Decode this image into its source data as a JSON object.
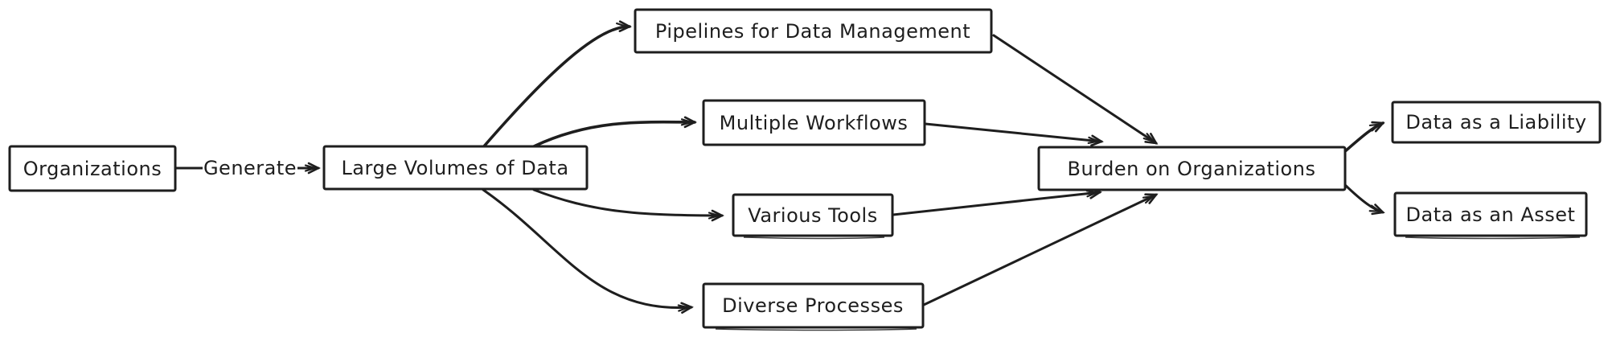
{
  "diagram": {
    "type": "flowchart",
    "direction": "left-to-right",
    "background_color": "#ffffff",
    "stroke_color": "#1e1e1e",
    "node_fill_color": "#ffffff",
    "nodes": {
      "organizations": {
        "label": "Organizations"
      },
      "large_volumes": {
        "label": "Large Volumes of Data"
      },
      "pipelines": {
        "label": "Pipelines for Data Management"
      },
      "workflows": {
        "label": "Multiple Workflows"
      },
      "tools": {
        "label": "Various Tools"
      },
      "processes": {
        "label": "Diverse Processes"
      },
      "burden": {
        "label": "Burden on Organizations"
      },
      "liability": {
        "label": "Data as a Liability"
      },
      "asset": {
        "label": "Data as an Asset"
      }
    },
    "edges": [
      {
        "from": "Organizations",
        "to": "Large Volumes of Data",
        "label": "Generate"
      },
      {
        "from": "Large Volumes of Data",
        "to": "Pipelines for Data Management",
        "label": ""
      },
      {
        "from": "Large Volumes of Data",
        "to": "Multiple Workflows",
        "label": ""
      },
      {
        "from": "Large Volumes of Data",
        "to": "Various Tools",
        "label": ""
      },
      {
        "from": "Large Volumes of Data",
        "to": "Diverse Processes",
        "label": ""
      },
      {
        "from": "Pipelines for Data Management",
        "to": "Burden on Organizations",
        "label": ""
      },
      {
        "from": "Multiple Workflows",
        "to": "Burden on Organizations",
        "label": ""
      },
      {
        "from": "Various Tools",
        "to": "Burden on Organizations",
        "label": ""
      },
      {
        "from": "Diverse Processes",
        "to": "Burden on Organizations",
        "label": ""
      },
      {
        "from": "Burden on Organizations",
        "to": "Data as a Liability",
        "label": ""
      },
      {
        "from": "Burden on Organizations",
        "to": "Data as an Asset",
        "label": ""
      }
    ]
  }
}
